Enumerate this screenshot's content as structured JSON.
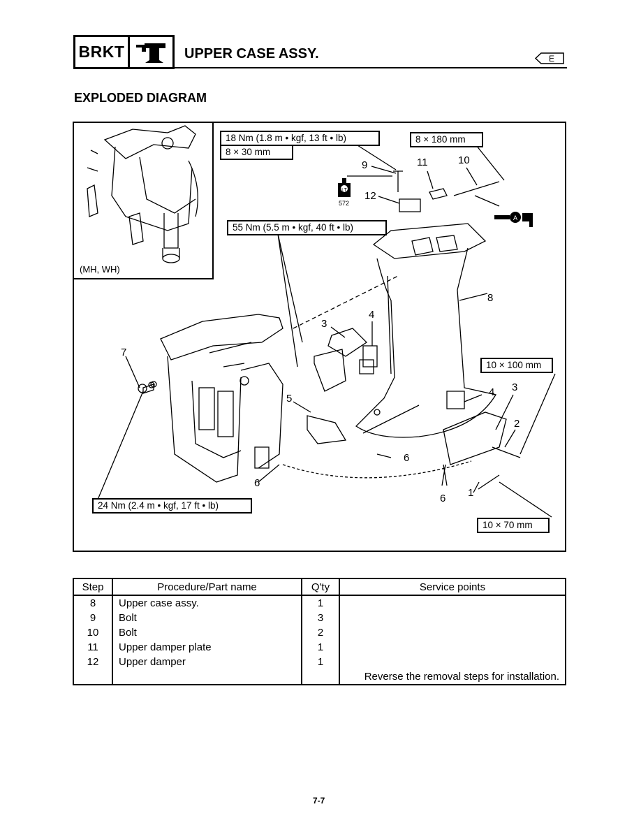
{
  "header": {
    "section_code": "BRKT",
    "title": "UPPER CASE ASSY.",
    "language_badge": "E",
    "icon": "bracket-icon"
  },
  "section_title": "EXPLODED DIAGRAM",
  "diagram": {
    "inset_label": "(MH, WH)",
    "callouts": {
      "torque_18": "18 Nm (1.8 m • kgf, 13 ft • lb)",
      "size_8x30": "8 × 30 mm",
      "size_8x180": "8 × 180 mm",
      "torque_55": "55 Nm (5.5 m • kgf, 40 ft • lb)",
      "size_10x100": "10 × 100 mm",
      "torque_24": "24 Nm (2.4 m • kgf, 17 ft • lb)",
      "size_10x70": "10 × 70 mm"
    },
    "loctite_label": "572",
    "loctite_badge": "LT",
    "grease_badge": "A",
    "part_numbers": {
      "n9": "9",
      "n11": "11",
      "n10": "10",
      "n12": "12",
      "n8": "8",
      "n3a": "3",
      "n4a": "4",
      "n7": "7",
      "n5": "5",
      "n4b": "4",
      "n3b": "3",
      "n2": "2",
      "n6a": "6",
      "n6b": "6",
      "n6c": "6",
      "n1": "1"
    }
  },
  "table": {
    "headers": {
      "step": "Step",
      "name": "Procedure/Part name",
      "qty": "Q'ty",
      "service": "Service points"
    },
    "rows": [
      {
        "step": "8",
        "name": "Upper case assy.",
        "qty": "1",
        "service": ""
      },
      {
        "step": "9",
        "name": "Bolt",
        "qty": "3",
        "service": ""
      },
      {
        "step": "10",
        "name": "Bolt",
        "qty": "2",
        "service": ""
      },
      {
        "step": "11",
        "name": "Upper damper plate",
        "qty": "1",
        "service": ""
      },
      {
        "step": "12",
        "name": "Upper damper",
        "qty": "1",
        "service": ""
      },
      {
        "step": "",
        "name": "",
        "qty": "",
        "service": "Reverse the removal steps for installation."
      }
    ]
  },
  "page_number": "7-7"
}
